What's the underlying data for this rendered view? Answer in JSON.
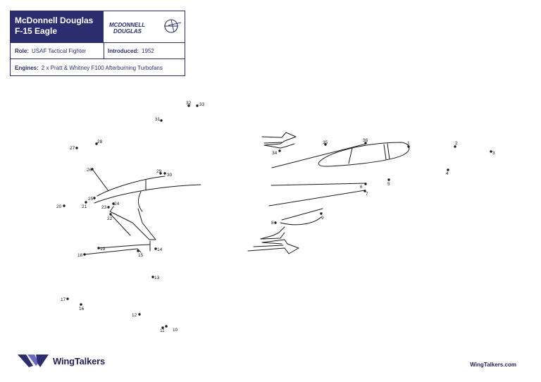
{
  "card": {
    "title_line1": "McDonnell Douglas",
    "title_line2": "F-15 Eagle",
    "logo_line1": "MCDONNELL",
    "logo_line2": "DOUGLAS",
    "role_label": "Role:",
    "role_value": "USAF Tactical Fighter",
    "introduced_label": "Introduced:",
    "introduced_value": "1952",
    "engines_label": "Engines:",
    "engines_value": "2 x Pratt & Whitney F100 Afterburning Turbofans"
  },
  "dots": [
    "1",
    "2",
    "3",
    "4",
    "5",
    "6",
    "7",
    "8",
    "9",
    "10",
    "11",
    "12",
    "13",
    "14",
    "15",
    "16",
    "17",
    "18",
    "19",
    "20",
    "21",
    "22",
    "23",
    "24",
    "25",
    "26",
    "27",
    "28",
    "29",
    "30",
    "31",
    "32",
    "33",
    "34",
    "35",
    "36"
  ],
  "footer": {
    "brand": "WingTalkers",
    "website": "WingTalkers.com"
  },
  "colors": {
    "navy": "#2b2d6e",
    "ink": "#1a1a1a",
    "logo_light": "#6a6ac0"
  }
}
